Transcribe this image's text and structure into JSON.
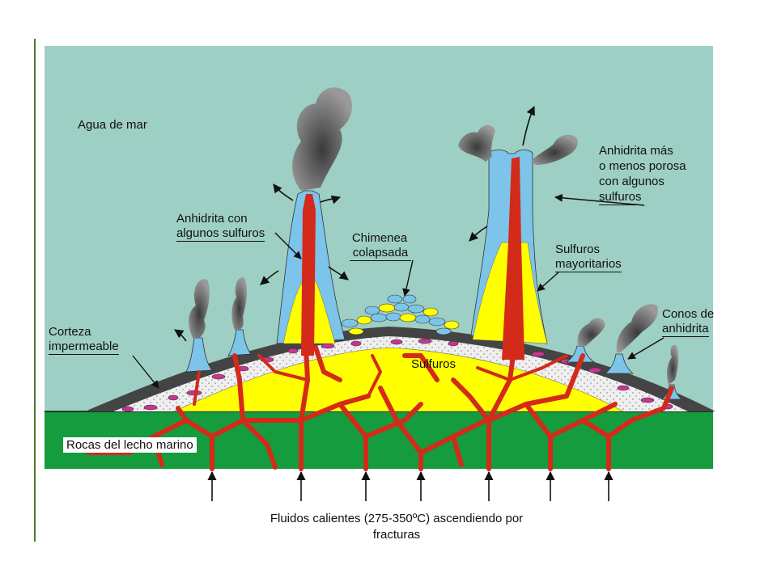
{
  "labels": {
    "seawater": "Agua de mar",
    "anhydrite_some_sulfides_1": "Anhidrita con",
    "anhydrite_some_sulfides_2": "algunos sulfuros",
    "collapsed_chimney_1": "Chimenea",
    "collapsed_chimney_2": "colapsada",
    "porous_anhydrite_1": "Anhidrita más",
    "porous_anhydrite_2": "o menos porosa",
    "porous_anhydrite_3": "con algunos",
    "porous_anhydrite_4": "sulfuros",
    "major_sulfides_1": "Sulfuros",
    "major_sulfides_2": "mayoritarios",
    "anhydrite_cones_1": "Conos de",
    "anhydrite_cones_2": "anhidrita",
    "crust_1": "Corteza",
    "crust_2": "impermeable",
    "sulfides": "Sulfuros",
    "seabed_rocks": "Rocas del lecho marino"
  },
  "caption": {
    "line1": "Fluidos calientes (275-350ºC) ascendiendo por",
    "line2": "fracturas"
  },
  "colors": {
    "sea": "#9ecfc4",
    "seabed": "#149c3e",
    "crust": "#444444",
    "sulfide": "#ffff00",
    "anhydrite": "#7cc4ea",
    "fluid": "#d42a1a",
    "inclusion": "#c8358e",
    "smoke": "#555555"
  }
}
